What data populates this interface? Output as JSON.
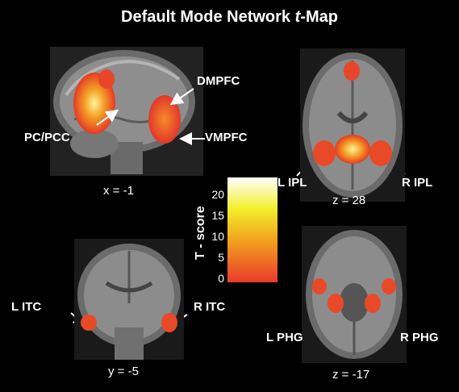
{
  "title_main": "Default Mode Network ",
  "title_italic": "t",
  "title_end": "-Map",
  "panels": {
    "sagittal": {
      "coord": "x = -1",
      "labels": [
        "DMPFC",
        "PC/PCC",
        "VMPFC"
      ]
    },
    "axial_top": {
      "coord": "z = 28",
      "labels": [
        "L IPL",
        "R IPL"
      ]
    },
    "coronal": {
      "coord": "y = -5",
      "labels": [
        "L ITC",
        "R ITC"
      ]
    },
    "axial_bottom": {
      "coord": "z = -17",
      "labels": [
        "L PHG",
        "R PHG"
      ]
    }
  },
  "colorbar": {
    "label": "T - score",
    "ticks": [
      "20",
      "15",
      "10",
      "5",
      "0"
    ],
    "colors": [
      "#ffffff",
      "#f2ef2a",
      "#f2a21f",
      "#ea3a2a"
    ]
  }
}
